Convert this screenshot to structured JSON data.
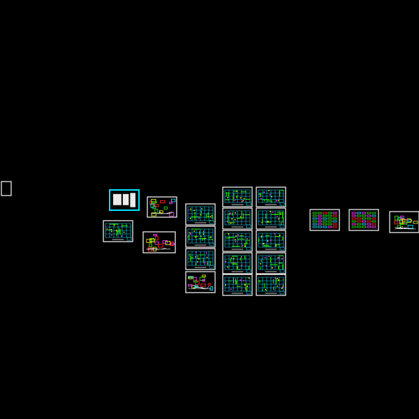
{
  "viewport": {
    "background": "#000000",
    "description_icon": "cad-model-space"
  },
  "colors": {
    "frame": "#ffffff",
    "selected_frame": "#00e5ff",
    "line_cyan": "#19d9ff",
    "line_green": "#27e000",
    "line_yellow": "#e8e800",
    "line_magenta": "#ff3cff",
    "line_red": "#ff2a2a",
    "line_white": "#ffffff"
  },
  "sheets": [
    {
      "id": "legend-box",
      "kind": "blank"
    },
    {
      "id": "sheet-1",
      "kind": "notes",
      "selected": true
    },
    {
      "id": "sheet-2",
      "kind": "plan"
    },
    {
      "id": "sheet-3",
      "kind": "details"
    },
    {
      "id": "sheet-4",
      "kind": "details"
    },
    {
      "id": "sheet-5",
      "kind": "plan"
    },
    {
      "id": "sheet-6",
      "kind": "plan"
    },
    {
      "id": "sheet-7",
      "kind": "plan"
    },
    {
      "id": "sheet-8",
      "kind": "details"
    },
    {
      "id": "sheet-9",
      "kind": "plan"
    },
    {
      "id": "sheet-10",
      "kind": "plan"
    },
    {
      "id": "sheet-11",
      "kind": "plan"
    },
    {
      "id": "sheet-12",
      "kind": "plan"
    },
    {
      "id": "sheet-13",
      "kind": "plan"
    },
    {
      "id": "sheet-14",
      "kind": "plan"
    },
    {
      "id": "sheet-15",
      "kind": "plan"
    },
    {
      "id": "sheet-16",
      "kind": "plan"
    },
    {
      "id": "sheet-17",
      "kind": "plan"
    },
    {
      "id": "sheet-18",
      "kind": "plan"
    },
    {
      "id": "sheet-19",
      "kind": "schedule"
    },
    {
      "id": "sheet-20",
      "kind": "schedule"
    },
    {
      "id": "sheet-21",
      "kind": "details"
    }
  ]
}
